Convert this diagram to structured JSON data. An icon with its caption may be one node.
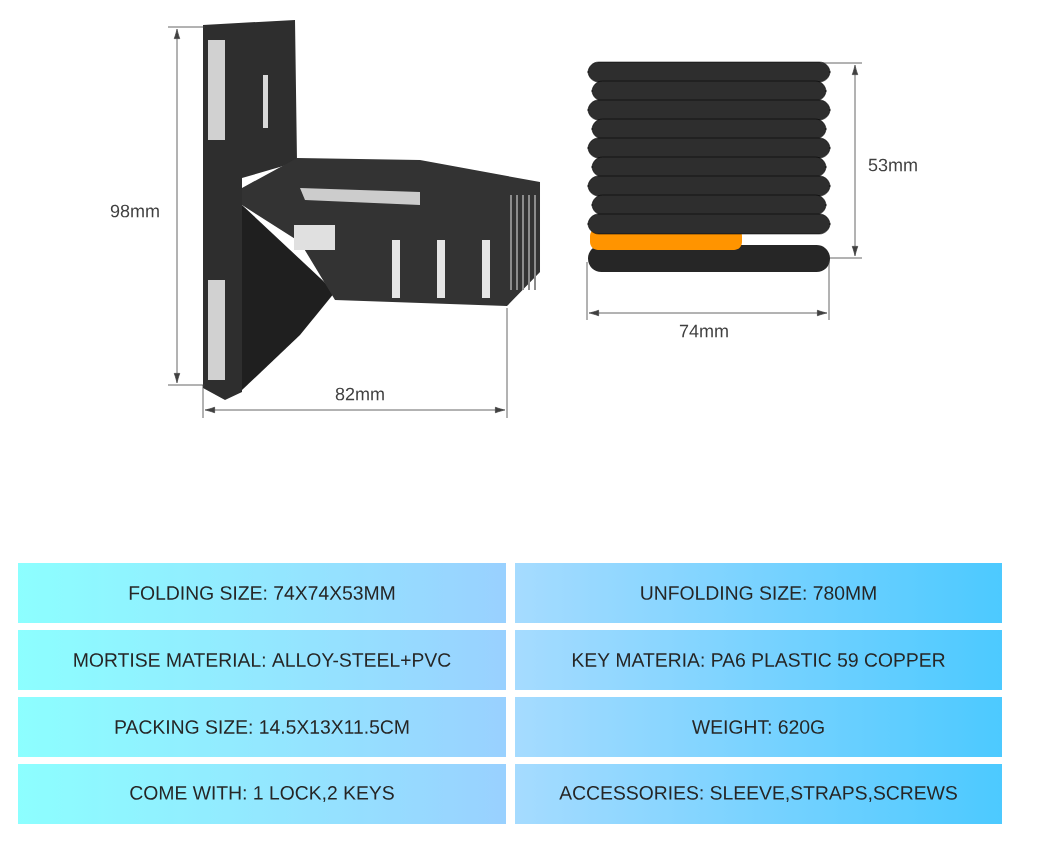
{
  "diagram": {
    "labels": [
      "53mm",
      "98mm",
      "74mm",
      "82mm",
      "FOLDING SIZE: 74X74X53MM",
      "UNFOLDING SIZE: 780MM",
      "MORTISE MATERIAL: ALLOY-STEEL+PVC",
      "KEY MATERIA: PA6 PLASTIC 59 COPPER",
      "PACKING SIZE: 14.5X13X11.5CM",
      "WEIGHT: 620G",
      "COME WITH: 1 LOCK,2 KEYS",
      "ACCESSORIES: SLEEVE,STRAPS,SCREWS"
    ]
  }
}
